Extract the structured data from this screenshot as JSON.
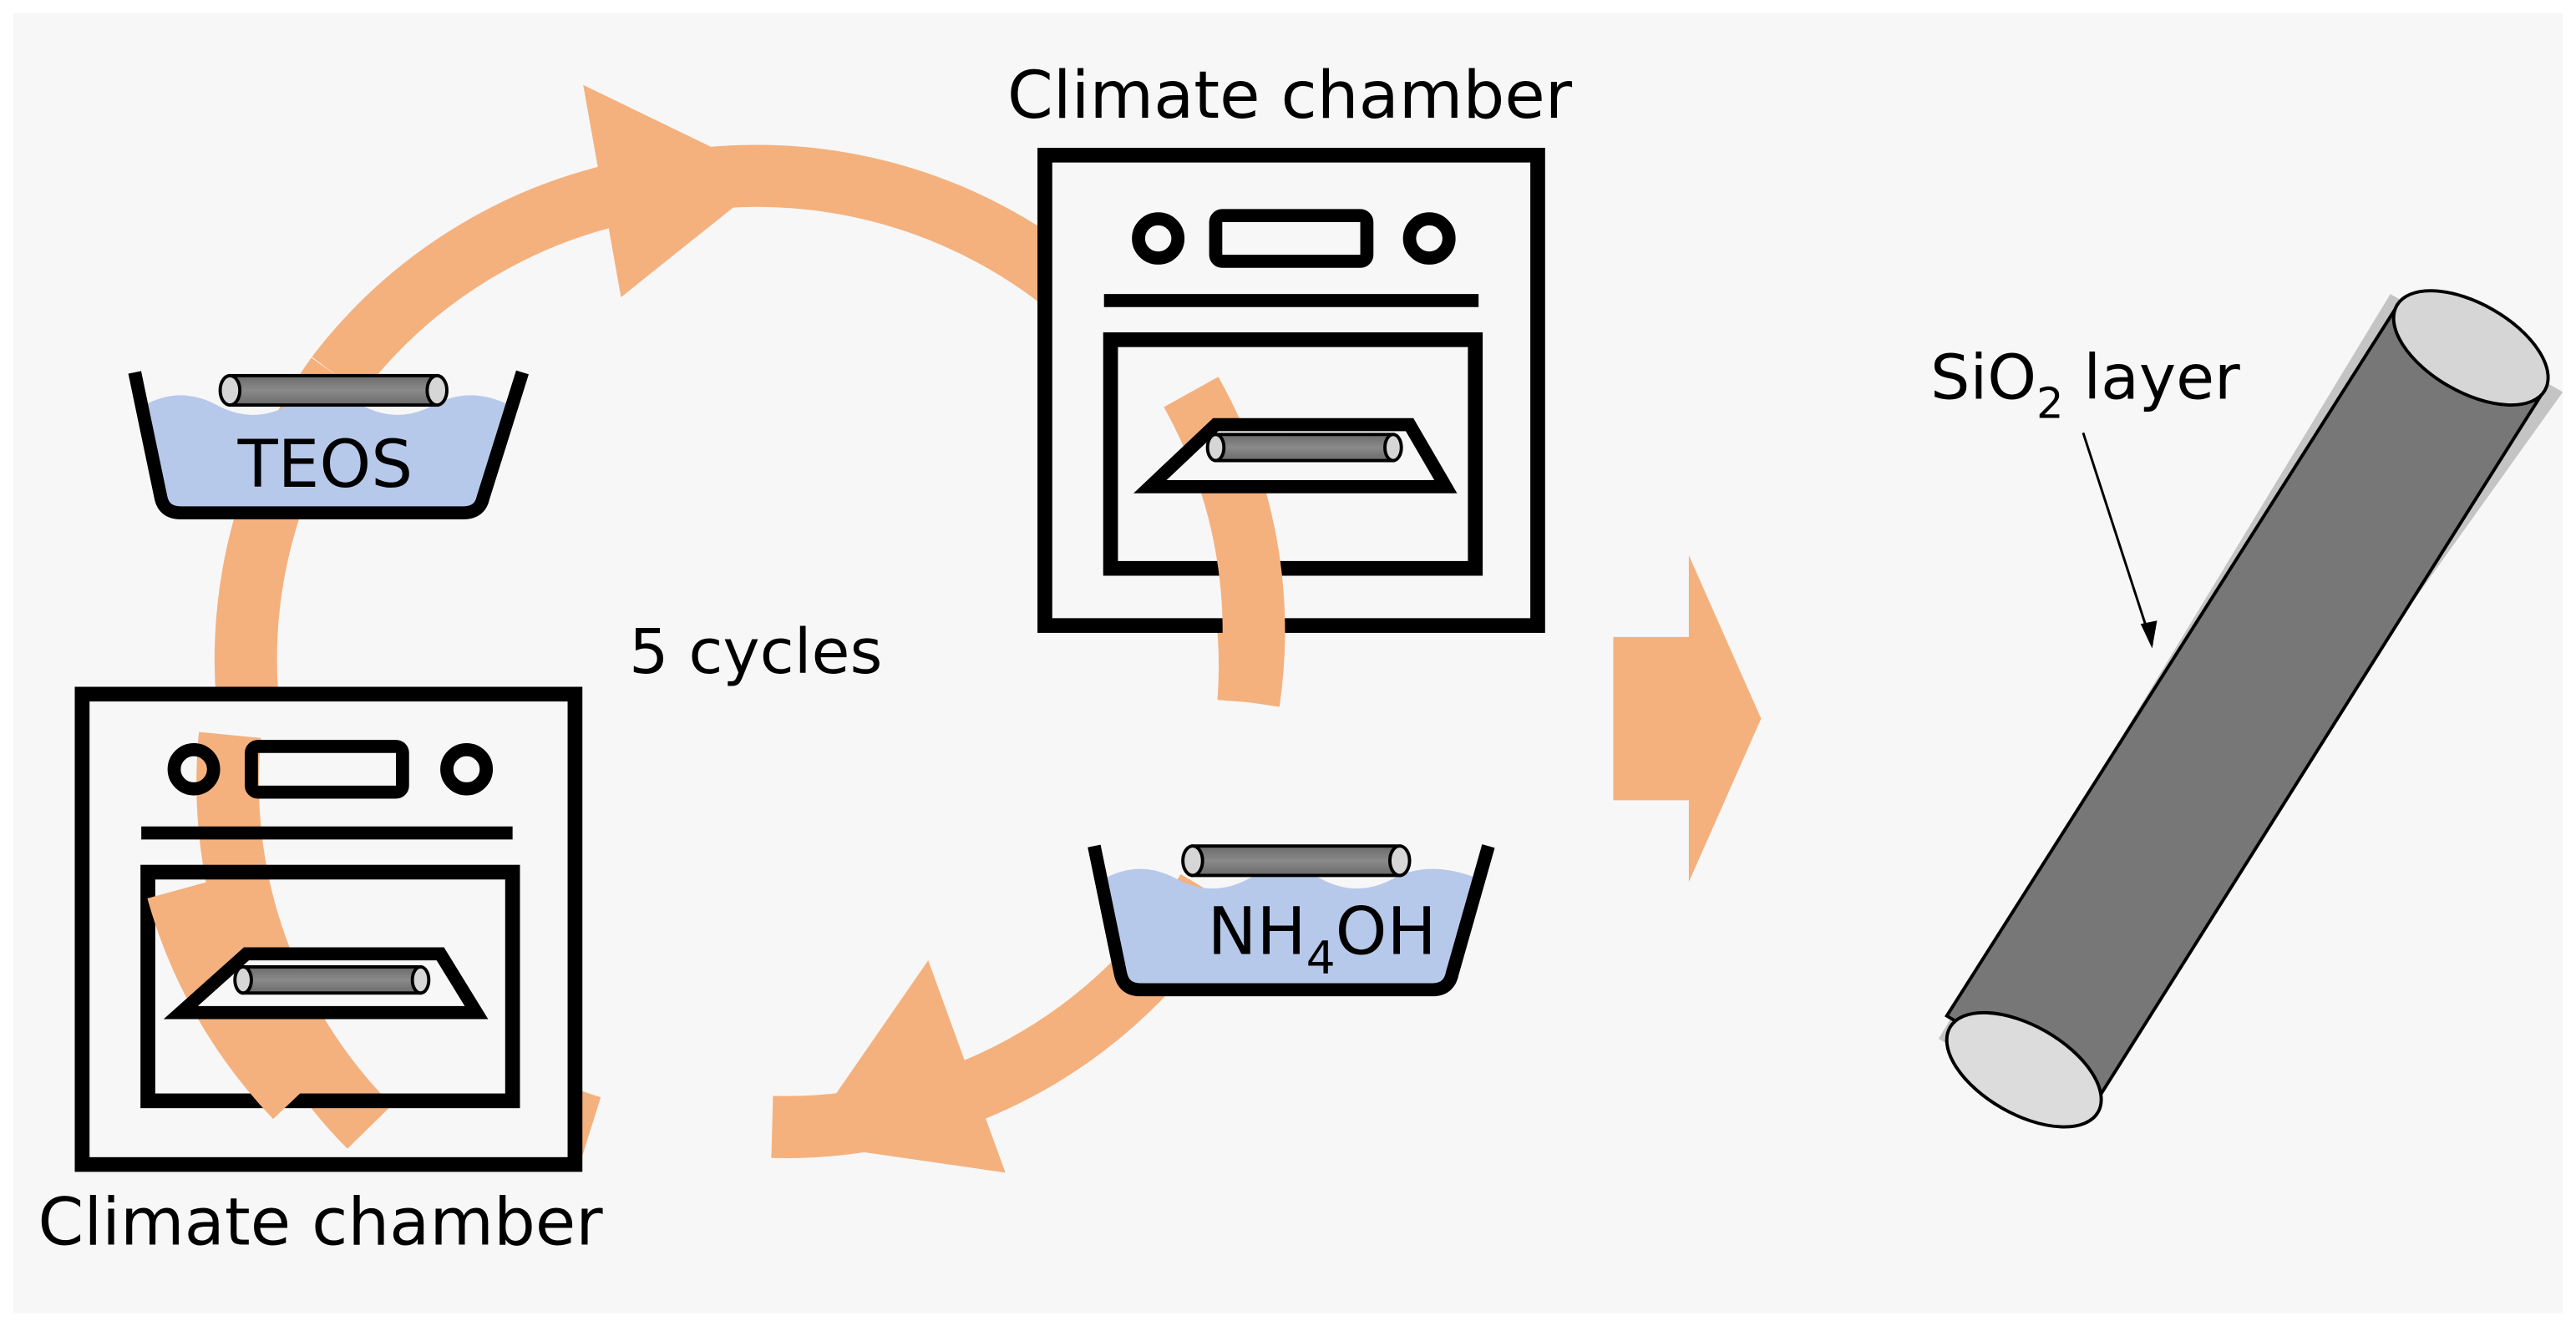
{
  "labels": {
    "top_chamber": "Climate chamber",
    "bottom_chamber": "Climate chamber",
    "teos": "TEOS",
    "nh4oh_main": "NH",
    "nh4oh_sub": "4",
    "nh4oh_tail": "OH",
    "cycles": "5 cycles",
    "sio2_main": "SiO",
    "sio2_sub": "2",
    "sio2_tail": " layer"
  },
  "colors": {
    "background": "#f7f7f7",
    "cycle_arrow": "#f4b17e",
    "liquid": "#b7c9ea",
    "rod": "#7b7b7b",
    "rod_end": "#d6d6d6",
    "outline": "#000000"
  }
}
